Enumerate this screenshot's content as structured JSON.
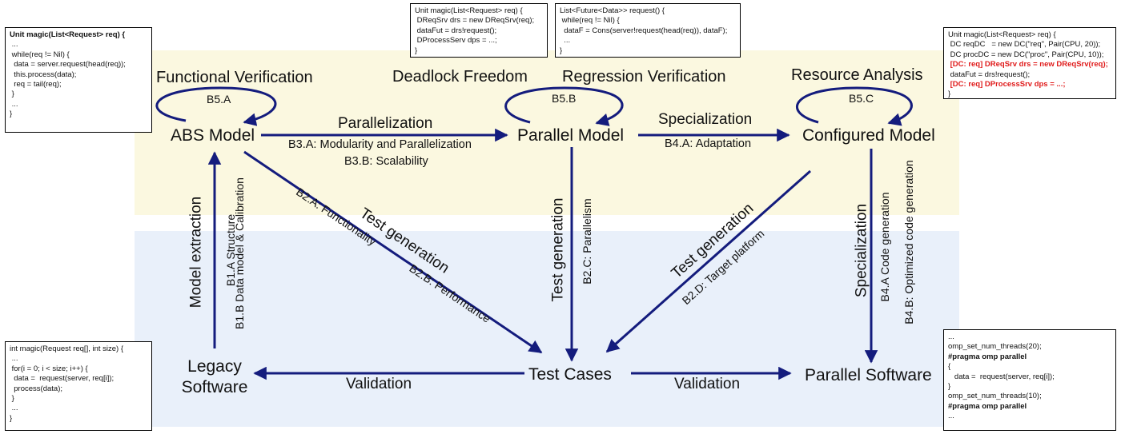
{
  "sections": {
    "functional": "Functional Verification",
    "deadlock": "Deadlock Freedom",
    "regression": "Regression Verification",
    "resource": "Resource Analysis"
  },
  "loops": {
    "b5a": "B5.A",
    "b5b": "B5.B",
    "b5c": "B5.C"
  },
  "nodes": {
    "abs": "ABS Model",
    "parallel": "Parallel Model",
    "configured": "Configured Model",
    "legacy_1": "Legacy",
    "legacy_2": "Software",
    "test_cases": "Test Cases",
    "parallel_sw": "Parallel Software"
  },
  "edges": {
    "parallelization": "Parallelization",
    "b3a": "B3.A: Modularity and Parallelization",
    "b3b": "B3.B: Scalability",
    "specialization_top": "Specialization",
    "b4a": "B4.A: Adaptation",
    "model_extraction": "Model extraction",
    "b1a": "B1.A Structure",
    "b1b": "B1.B Data model & Calibration",
    "test_gen_1": "Test generation",
    "b2a": "B2.A: Functionality",
    "b2b": "B2.B: Performance",
    "test_gen_2": "Test generation",
    "b2c": "B2.C: Parallelism",
    "test_gen_3": "Test generation",
    "b2d": "B2.D: Target platform",
    "specialization_right": "Specialization",
    "b4a_code": "B4.A Code generation",
    "b4b_code": "B4.B: Optimized code generation",
    "validation_left": "Validation",
    "validation_right": "Validation"
  },
  "code_boxes": {
    "abs_code": [
      "Unit magic(List<Request> req) {",
      " ...",
      " while(req != Nil) {",
      "  data = server.request(head(req));",
      "  this.process(data);",
      "  req = tail(req);",
      " }",
      " ...",
      "}"
    ],
    "parallel_code_1": [
      "Unit magic(List<Request> req) {",
      " DReqSrv drs = new DReqSrv(req);",
      " dataFut = drs!request();",
      " DProcessServ dps = ...;",
      "}"
    ],
    "parallel_code_2": [
      "List<Future<Data>> request() {",
      " while(req != Nil) {",
      "  dataF = Cons(server!request(head(req)), dataF);",
      "  ...",
      "}"
    ],
    "configured_code": [
      "Unit magic(List<Request> req) {",
      " DC reqDC   = new DC(\"req\", Pair(CPU, 20));",
      " DC procDC = new DC(\"proc\", Pair(CPU, 10));",
      " [DC: req] DReqSrv drs = new DReqSrv(req);",
      " dataFut = drs!request();",
      " [DC: req] DProcessSrv dps = ...;",
      "}"
    ],
    "legacy_code": [
      "int magic(Request req[], int size) {",
      " ...",
      " for(i = 0; i < size; i++) {",
      "  data =  request(server, req[i]);",
      "  process(data);",
      " }",
      " ...",
      "}"
    ],
    "parallel_sw_code": [
      "...",
      "omp_set_num_threads(20);",
      "#pragma omp parallel",
      "{",
      "   data =  request(server, req[i]);",
      "}",
      "omp_set_num_threads(10);",
      "#pragma omp parallel",
      "..."
    ]
  },
  "colors": {
    "arrow": "#141c7d",
    "yellow_band": "#fbf8e0",
    "blue_band": "#e9f0fa",
    "red_annotation": "#e01b1b"
  }
}
